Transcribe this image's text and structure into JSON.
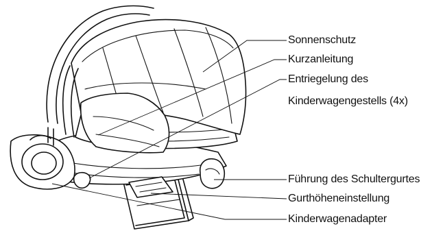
{
  "labels": {
    "sonnenschutz": "Sonnenschutz",
    "kurzanleitung": "Kurzanleitung",
    "entriegelung_line1": "Entriegelung des",
    "entriegelung_line2": "Kinderwagengestells (4x)",
    "schultergurt": "Führung des Schultergurtes",
    "gurthoehe": "Gurthöheneinstellung",
    "adapter": "Kinderwagenadapter"
  },
  "colors": {
    "stroke": "#111111",
    "background": "#ffffff"
  }
}
